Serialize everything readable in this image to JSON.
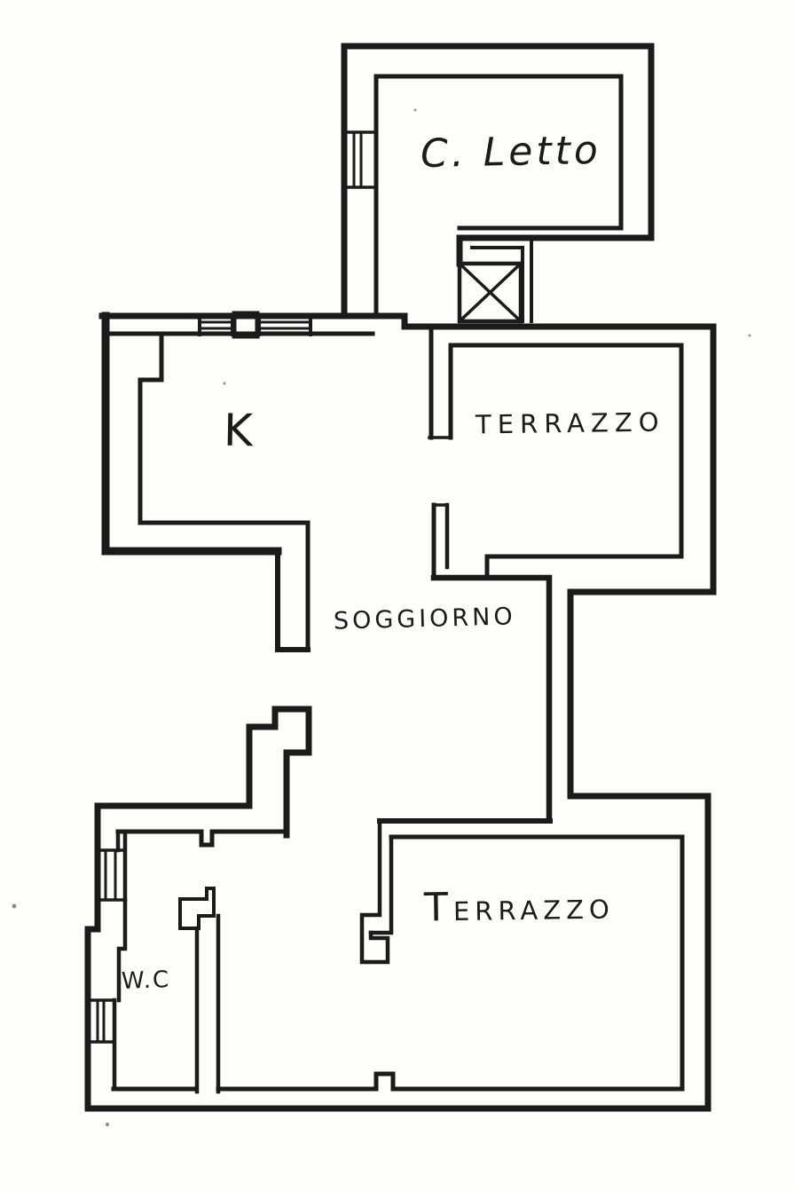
{
  "colors": {
    "ink": "#1b1b1b",
    "paper": "#fdfdfc"
  },
  "floorplan": {
    "rooms": [
      {
        "id": "c-letto",
        "label": "C. Letto"
      },
      {
        "id": "kitchen",
        "label": "K"
      },
      {
        "id": "terrazzo-upper",
        "label": "Terrazzo"
      },
      {
        "id": "soggiorno",
        "label": "Soggiorno"
      },
      {
        "id": "terrazzo-lower",
        "label": "Terrazzo"
      },
      {
        "id": "wc",
        "label": "W.C"
      }
    ],
    "features": [
      {
        "id": "elevator-shaft",
        "icon": "x-box-icon"
      }
    ]
  }
}
